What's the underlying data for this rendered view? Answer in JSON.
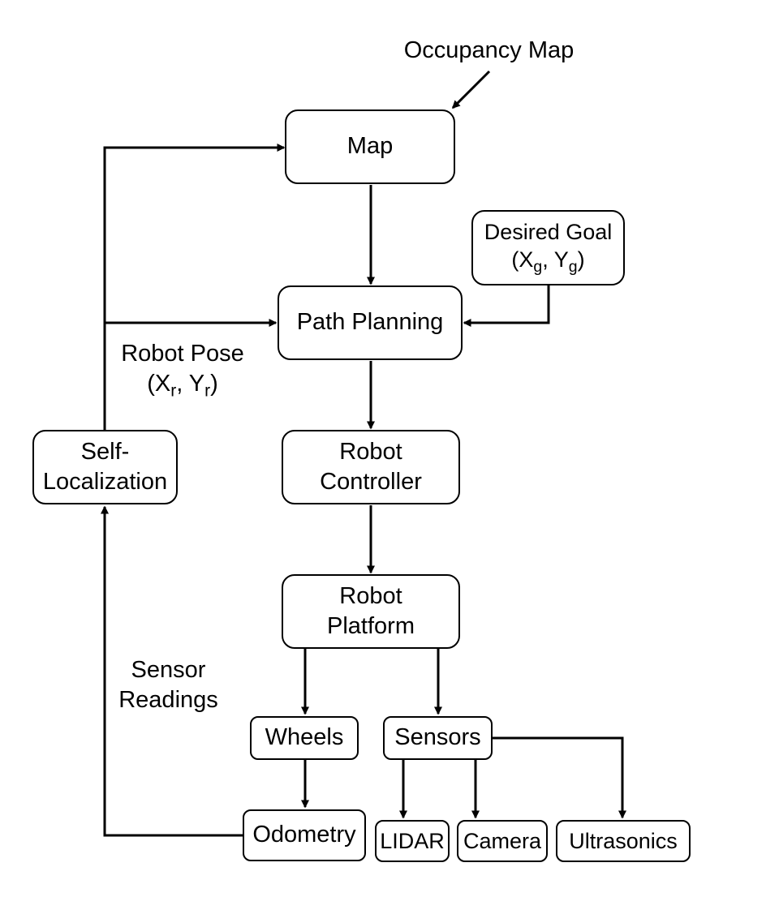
{
  "nodes": {
    "map": {
      "label": "Map"
    },
    "desired_goal": {
      "line1": "Desired Goal",
      "open": "(X",
      "x_sub": "g",
      "sep": ", Y",
      "y_sub": "g",
      "close": ")"
    },
    "path_planning": {
      "label": "Path Planning"
    },
    "robot_controller": {
      "line1": "Robot",
      "line2": "Controller"
    },
    "robot_platform": {
      "line1": "Robot",
      "line2": "Platform"
    },
    "self_localization": {
      "line1": "Self-",
      "line2": "Localization"
    },
    "wheels": {
      "label": "Wheels"
    },
    "sensors": {
      "label": "Sensors"
    },
    "odometry": {
      "label": "Odometry"
    },
    "lidar": {
      "label": "LIDAR"
    },
    "camera": {
      "label": "Camera"
    },
    "ultrasonics": {
      "label": "Ultrasonics"
    }
  },
  "labels": {
    "occupancy_map": "Occupancy Map",
    "robot_pose": {
      "line1": "Robot Pose",
      "open": "(X",
      "x_sub": "r",
      "sep": ", Y",
      "y_sub": "r",
      "close": ")"
    },
    "sensor_readings": {
      "line1": "Sensor",
      "line2": "Readings"
    }
  },
  "edges": [
    {
      "from": "occupancy_map",
      "to": "map"
    },
    {
      "from": "map",
      "to": "path_planning"
    },
    {
      "from": "desired_goal",
      "to": "path_planning"
    },
    {
      "from": "self_localization",
      "to": "path_planning",
      "label": "robot_pose"
    },
    {
      "from": "self_localization",
      "to": "map"
    },
    {
      "from": "path_planning",
      "to": "robot_controller"
    },
    {
      "from": "robot_controller",
      "to": "robot_platform"
    },
    {
      "from": "robot_platform",
      "to": "wheels"
    },
    {
      "from": "robot_platform",
      "to": "sensors"
    },
    {
      "from": "wheels",
      "to": "odometry"
    },
    {
      "from": "sensors",
      "to": "lidar"
    },
    {
      "from": "sensors",
      "to": "camera"
    },
    {
      "from": "sensors",
      "to": "ultrasonics"
    },
    {
      "from": "odometry",
      "to": "self_localization",
      "label": "sensor_readings"
    }
  ]
}
